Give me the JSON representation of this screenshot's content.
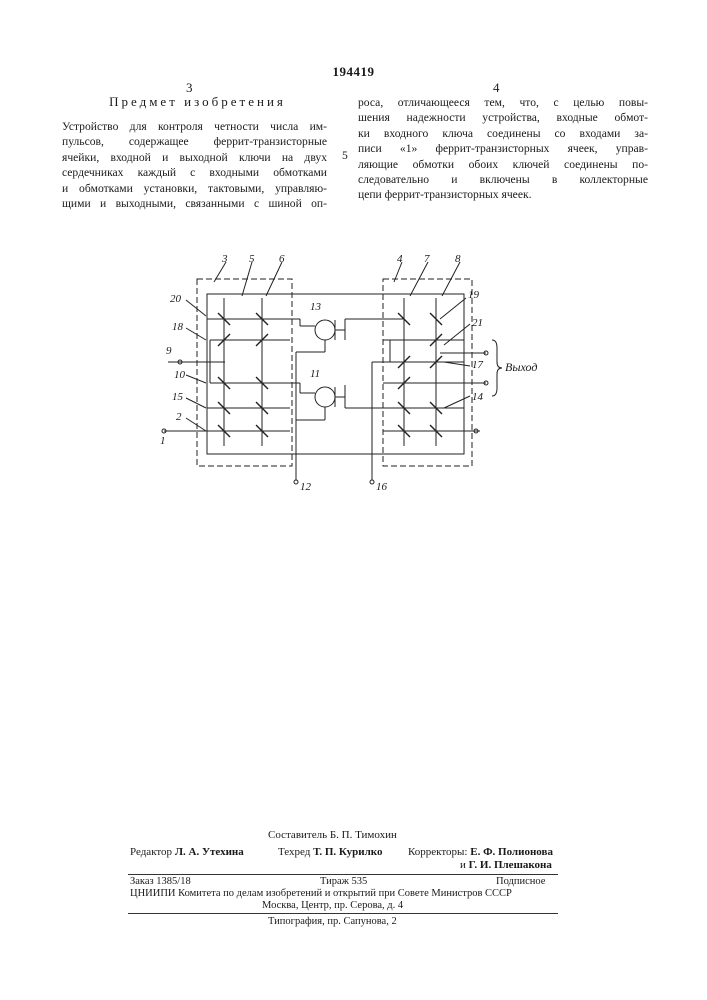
{
  "header": {
    "patent_number": "194419",
    "col_left": "3",
    "col_right": "4",
    "heading": "Предмет изобретения",
    "line_marker": "5"
  },
  "text": {
    "left_lines": [
      "Устройство для контроля четности числа им-",
      "пульсов, содержащее феррит-транзисторные",
      "ячейки, входной и выходной ключи на двух",
      "сердечниках каждый с входными обмотками",
      "и обмотками установки, тактовыми, управляю-",
      "щими и выходными, связанными с шиной оп-"
    ],
    "right_lines": [
      "роса, отличающееся тем, что, с целью повы-",
      "шения надежности устройства, входные обмот-",
      "ки входного ключа соединены со входами за-",
      "писи «1» феррит-транзисторных ячеек, управ-",
      "ляющие обмотки обоих ключей соединены по-",
      "следовательно и включены в коллекторные",
      "цепи феррит-транзисторных ячеек."
    ]
  },
  "figure": {
    "labels": {
      "l1": "1",
      "l2": "2",
      "l3": "3",
      "l4": "4",
      "l5": "5",
      "l6": "6",
      "l7": "7",
      "l8": "8",
      "l9": "9",
      "l10": "10",
      "l11": "11",
      "l12": "12",
      "l13": "13",
      "l14": "14",
      "l15": "15",
      "l16": "16",
      "l17": "17",
      "l18": "18",
      "l19": "19",
      "l20": "20",
      "l21": "21",
      "output": "Выход"
    }
  },
  "footer": {
    "compiler": "Составитель Б. П. Тимохин",
    "editor_label": "Редактор",
    "editor_name": "Л. А. Утехина",
    "techred_label": "Техред",
    "techred_name": "Т. П. Курилко",
    "correctors_label": "Корректоры:",
    "corrector1": "Е. Ф. Полионова",
    "corrector2_prefix": "и",
    "corrector2": "Г. И. Плешакона",
    "order": "Заказ 1385/18",
    "circulation": "Тираж 535",
    "subscription": "Подписное",
    "institute": "ЦНИИПИ Комитета по делам изобретений и открытий при Совете Министров СССР",
    "address": "Москва, Центр, пр. Серова, д. 4",
    "printing": "Типография, пр. Сапунова, 2"
  }
}
